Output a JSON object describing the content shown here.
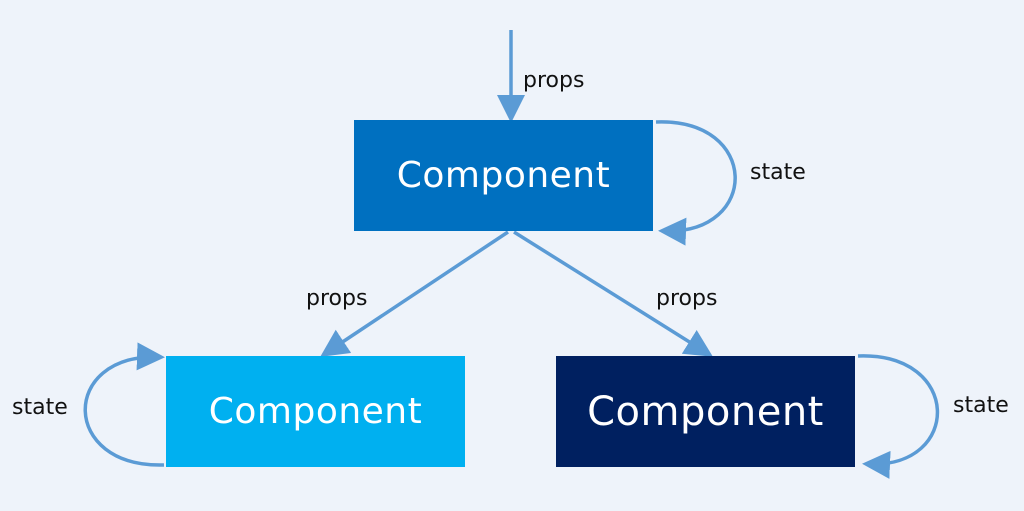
{
  "colors": {
    "background": "#eef3fa",
    "arrow": "#5b9bd5",
    "top_component": "#0070c0",
    "left_component": "#00b0f0",
    "right_component": "#002060"
  },
  "nodes": {
    "top": {
      "label": "Component"
    },
    "left": {
      "label": "Component"
    },
    "right": {
      "label": "Component"
    }
  },
  "edges": {
    "incoming_props": {
      "label": "props"
    },
    "top_to_left": {
      "label": "props"
    },
    "top_to_right": {
      "label": "props"
    },
    "top_state_loop": {
      "label": "state"
    },
    "left_state_loop": {
      "label": "state"
    },
    "right_state_loop": {
      "label": "state"
    }
  }
}
